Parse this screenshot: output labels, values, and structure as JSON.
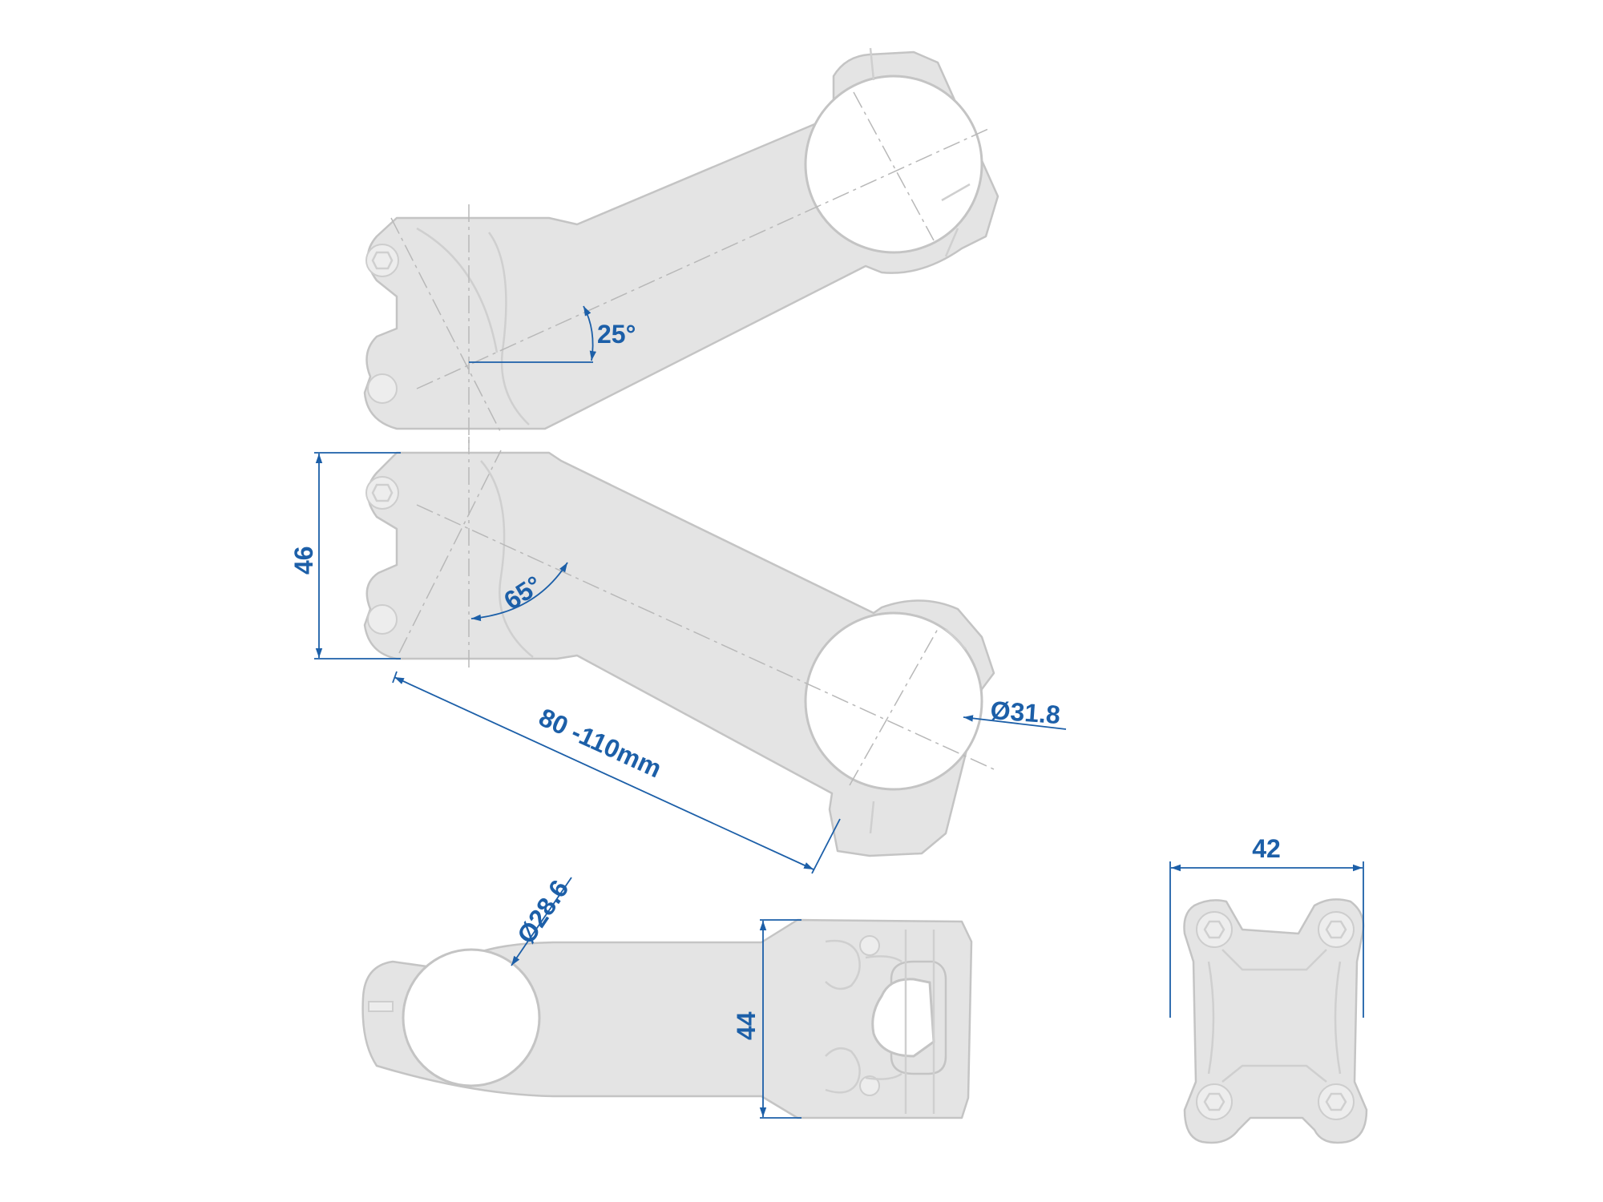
{
  "dimensions": {
    "rise_angle": "25°",
    "drop_angle": "65°",
    "stack_height": "46",
    "length": "80 -110mm",
    "handlebar_clamp": "Ø31.8",
    "steerer_clamp": "Ø28.6",
    "clamp_height": "44",
    "clamp_width": "42"
  },
  "colors": {
    "dimension": "#1c5fa8",
    "part_fill": "#e4e4e4",
    "part_outline": "#c4c4c4"
  }
}
